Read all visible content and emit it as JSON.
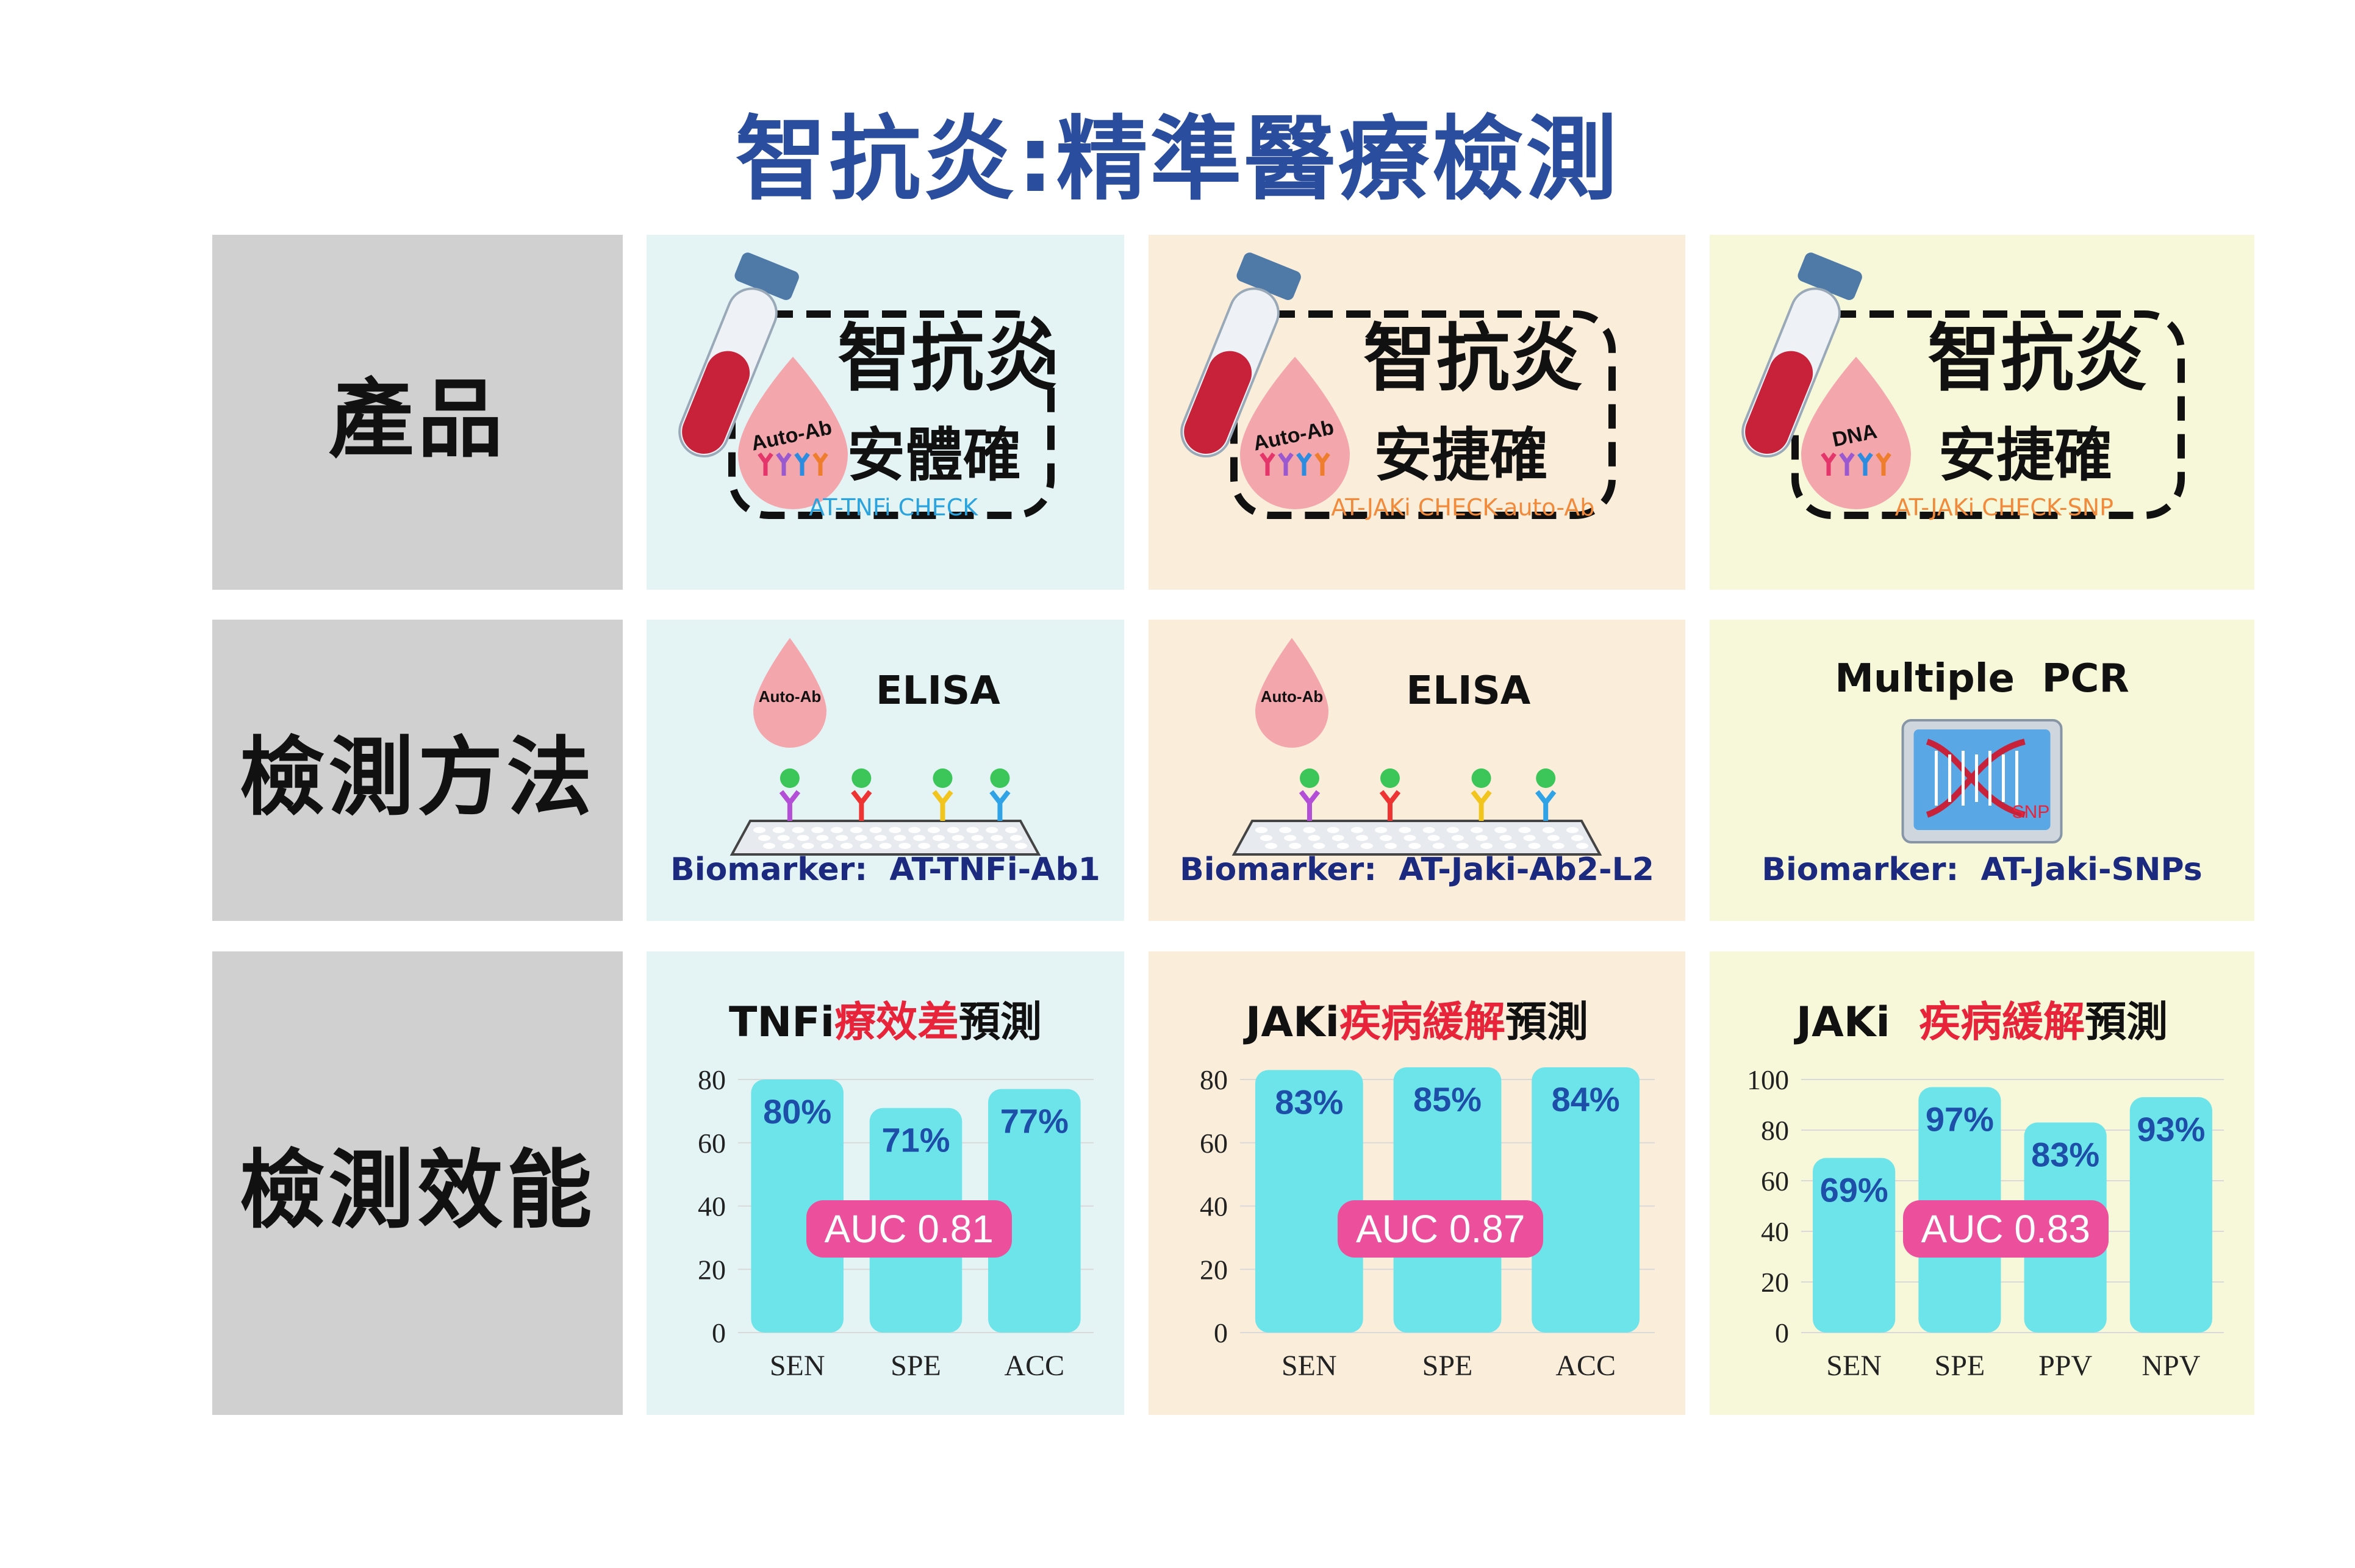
{
  "title": "智抗炎:精準醫療檢測",
  "rows": {
    "product": "產品",
    "method": "檢測方法",
    "performance": "檢測效能"
  },
  "colors": {
    "title": "#2b4d9e",
    "col1_bg": "#e4f4f5",
    "col2_bg": "#faeedb",
    "col3_bg": "#f6f8d9",
    "bar": "#6de3ea",
    "auc_badge": "#ec4f9b",
    "highlight_red": "#e8243a"
  },
  "products": [
    {
      "name_main": "智抗炎",
      "name_sub": "安體確",
      "code": "AT-TNFi CHECK",
      "code_color": "#2aa3de",
      "drop_label": "Auto-Ab",
      "icon": "blood-tube-icon"
    },
    {
      "name_main": "智抗炎",
      "name_sub": "安捷確",
      "code": "AT-JAKi CHECK-auto-Ab",
      "code_color": "#f28a3c",
      "drop_label": "Auto-Ab",
      "icon": "blood-tube-icon"
    },
    {
      "name_main": "智抗炎",
      "name_sub": "安捷確",
      "code": "AT-JAKi CHECK-SNP",
      "code_color": "#f28a3c",
      "drop_label": "DNA",
      "icon": "blood-tube-icon"
    }
  ],
  "methods": [
    {
      "method": "ELISA",
      "drop_label": "Auto-Ab",
      "biomarker": "Biomarker:  AT-TNFi-Ab1",
      "icon": "elisa-plate-icon"
    },
    {
      "method": "ELISA",
      "drop_label": "Auto-Ab",
      "biomarker": "Biomarker:  AT-Jaki-Ab2-L2",
      "icon": "elisa-plate-icon"
    },
    {
      "method": "Multiple  PCR",
      "snp_label": "SNP",
      "biomarker": "Biomarker:  AT-Jaki-SNPs",
      "icon": "dna-snp-icon"
    }
  ],
  "chart_data": [
    {
      "type": "bar",
      "title_prefix": "TNFi",
      "title_highlight": "療效差",
      "title_suffix": "預測",
      "categories": [
        "SEN",
        "SPE",
        "ACC"
      ],
      "values": [
        80,
        71,
        77
      ],
      "value_labels": [
        "80%",
        "71%",
        "77%"
      ],
      "yticks": [
        "0",
        "20",
        "40",
        "60",
        "80"
      ],
      "ylim": [
        0,
        80
      ],
      "badge": "AUC 0.81",
      "grid": true
    },
    {
      "type": "bar",
      "title_prefix": "JAKi",
      "title_highlight": "疾病緩解",
      "title_suffix": "預測",
      "categories": [
        "SEN",
        "SPE",
        "ACC"
      ],
      "values": [
        83,
        85,
        84
      ],
      "value_labels": [
        "83%",
        "85%",
        "84%"
      ],
      "yticks": [
        "0",
        "20",
        "40",
        "60",
        "80"
      ],
      "ylim": [
        0,
        80
      ],
      "badge": "AUC  0.87",
      "grid": true
    },
    {
      "type": "bar",
      "title_prefix": "JAKi  ",
      "title_highlight": "疾病緩解",
      "title_suffix": "預測",
      "categories": [
        "SEN",
        "SPE",
        "PPV",
        "NPV"
      ],
      "values": [
        69,
        97,
        83,
        93
      ],
      "value_labels": [
        "69%",
        "97%",
        "83%",
        "93%"
      ],
      "yticks": [
        "0",
        "20",
        "40",
        "60",
        "80",
        "100"
      ],
      "ylim": [
        0,
        100
      ],
      "badge": "AUC  0.83",
      "grid": true
    }
  ]
}
